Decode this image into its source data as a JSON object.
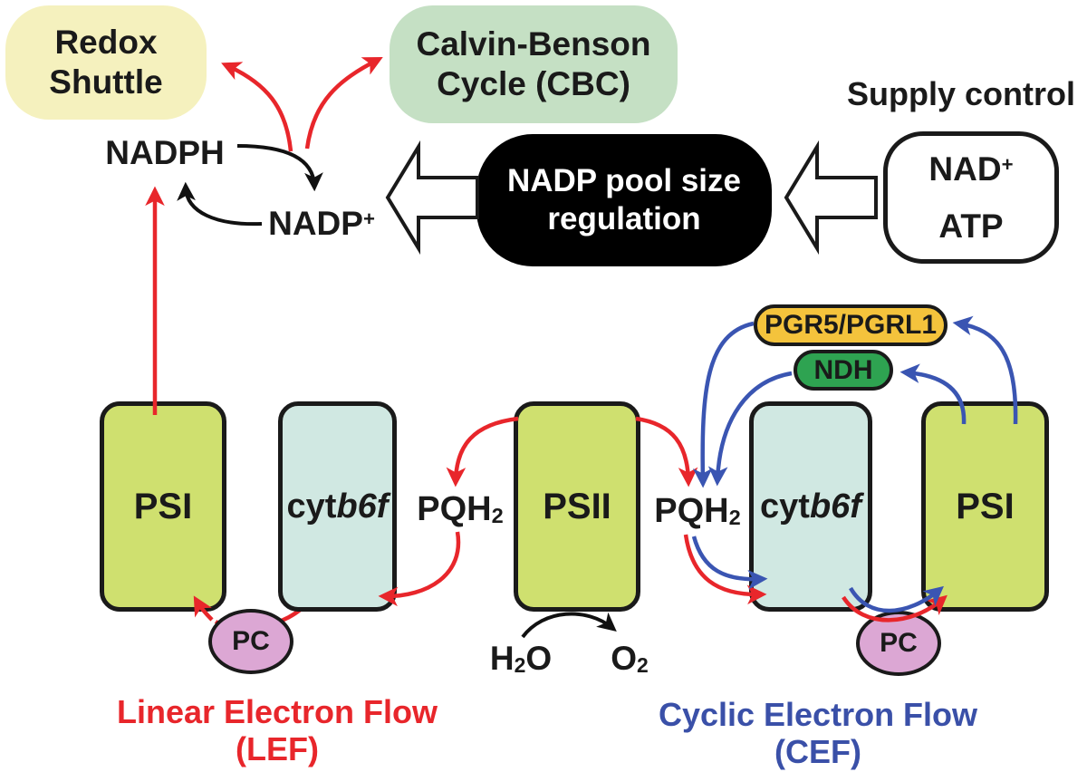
{
  "colors": {
    "red_arrow": "#E8262B",
    "blue_arrow": "#3A55B2",
    "black_arrow": "#111111",
    "psi_fill": "#CFE06F",
    "cyt_fill": "#D0E8E2",
    "redox_fill": "#F5F1BE",
    "cbc_fill": "#C5E0C4",
    "pgr5_fill": "#F4C33C",
    "ndh_fill": "#2EA351",
    "pc_fill": "#DCA7D4",
    "regulation_fill": "#000000",
    "lef_text": "#E8262B",
    "cef_text": "#3A50A8"
  },
  "top": {
    "redox_shuttle": {
      "line1": "Redox",
      "line2": "Shuttle"
    },
    "calvin_benson": {
      "line1": "Calvin-Benson",
      "line2": "Cycle (CBC)"
    },
    "nadph": "NADPH",
    "nadp": {
      "base": "NADP",
      "sup": "+"
    },
    "regulation_box": {
      "line1": "NADP pool size",
      "line2": "regulation"
    },
    "supply_control": "Supply control",
    "nad": {
      "base": "NAD",
      "sup": "+"
    },
    "atp": "ATP"
  },
  "complexes": {
    "psi_left": "PSI",
    "cyt_roman": "cyt",
    "cyt_italic": "b6f",
    "psii": "PSII",
    "psi_right": "PSI",
    "pqh2": {
      "base": "PQH",
      "sub": "2"
    }
  },
  "regulators": {
    "pgr5": "PGR5/PGRL1",
    "ndh": "NDH",
    "pc": "PC"
  },
  "water_splitting": {
    "h2o": {
      "h": "H",
      "sub": "2",
      "o": "O"
    },
    "o2": {
      "base": "O",
      "sub": "2"
    }
  },
  "captions": {
    "lef": {
      "line1": "Linear Electron Flow",
      "line2": "(LEF)"
    },
    "cef": {
      "line1": "Cyclic Electron Flow",
      "line2": "(CEF)"
    }
  }
}
